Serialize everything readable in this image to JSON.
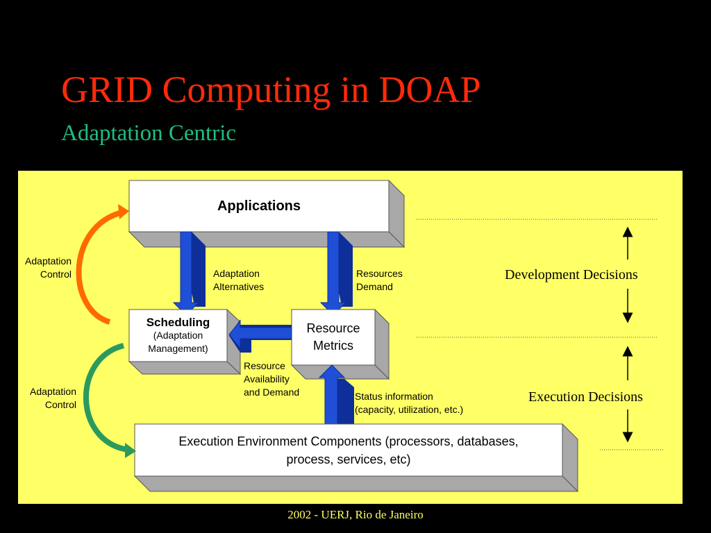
{
  "slide": {
    "title": "GRID Computing in DOAP",
    "subtitle": "Adaptation Centric",
    "footer": "2002 - UERJ, Rio de Janeiro"
  },
  "diagram": {
    "applications": "Applications",
    "scheduling": {
      "title": "Scheduling",
      "line1": "(Adaptation",
      "line2": "Management)"
    },
    "resource_metrics": {
      "line1": "Resource",
      "line2": "Metrics"
    },
    "execution_env": {
      "line1": "Execution Environment Components (processors, databases,",
      "line2": "process, services, etc)"
    },
    "labels": {
      "adaptation_control_top": [
        "Adaptation",
        "Control"
      ],
      "adaptation_control_bottom": [
        "Adaptation",
        "Control"
      ],
      "adaptation_alternatives": [
        "Adaptation",
        "Alternatives"
      ],
      "resources_demand": [
        "Resources",
        "Demand"
      ],
      "resource_availability": [
        "Resource",
        "Availability",
        "and Demand"
      ],
      "status_information": [
        "Status information",
        "(capacity, utilization, etc.)"
      ]
    },
    "development_decisions": "Development Decisions",
    "execution_decisions": "Execution Decisions"
  },
  "colors": {
    "background": "#000000",
    "panel": "#ffff66",
    "title": "#ff2a0a",
    "subtitle": "#1fbf7f",
    "arrow_blue": "#1f4fd6",
    "curve_orange": "#ff6a00",
    "curve_green": "#2a9a5e",
    "box_side": "#a8a8a8"
  }
}
